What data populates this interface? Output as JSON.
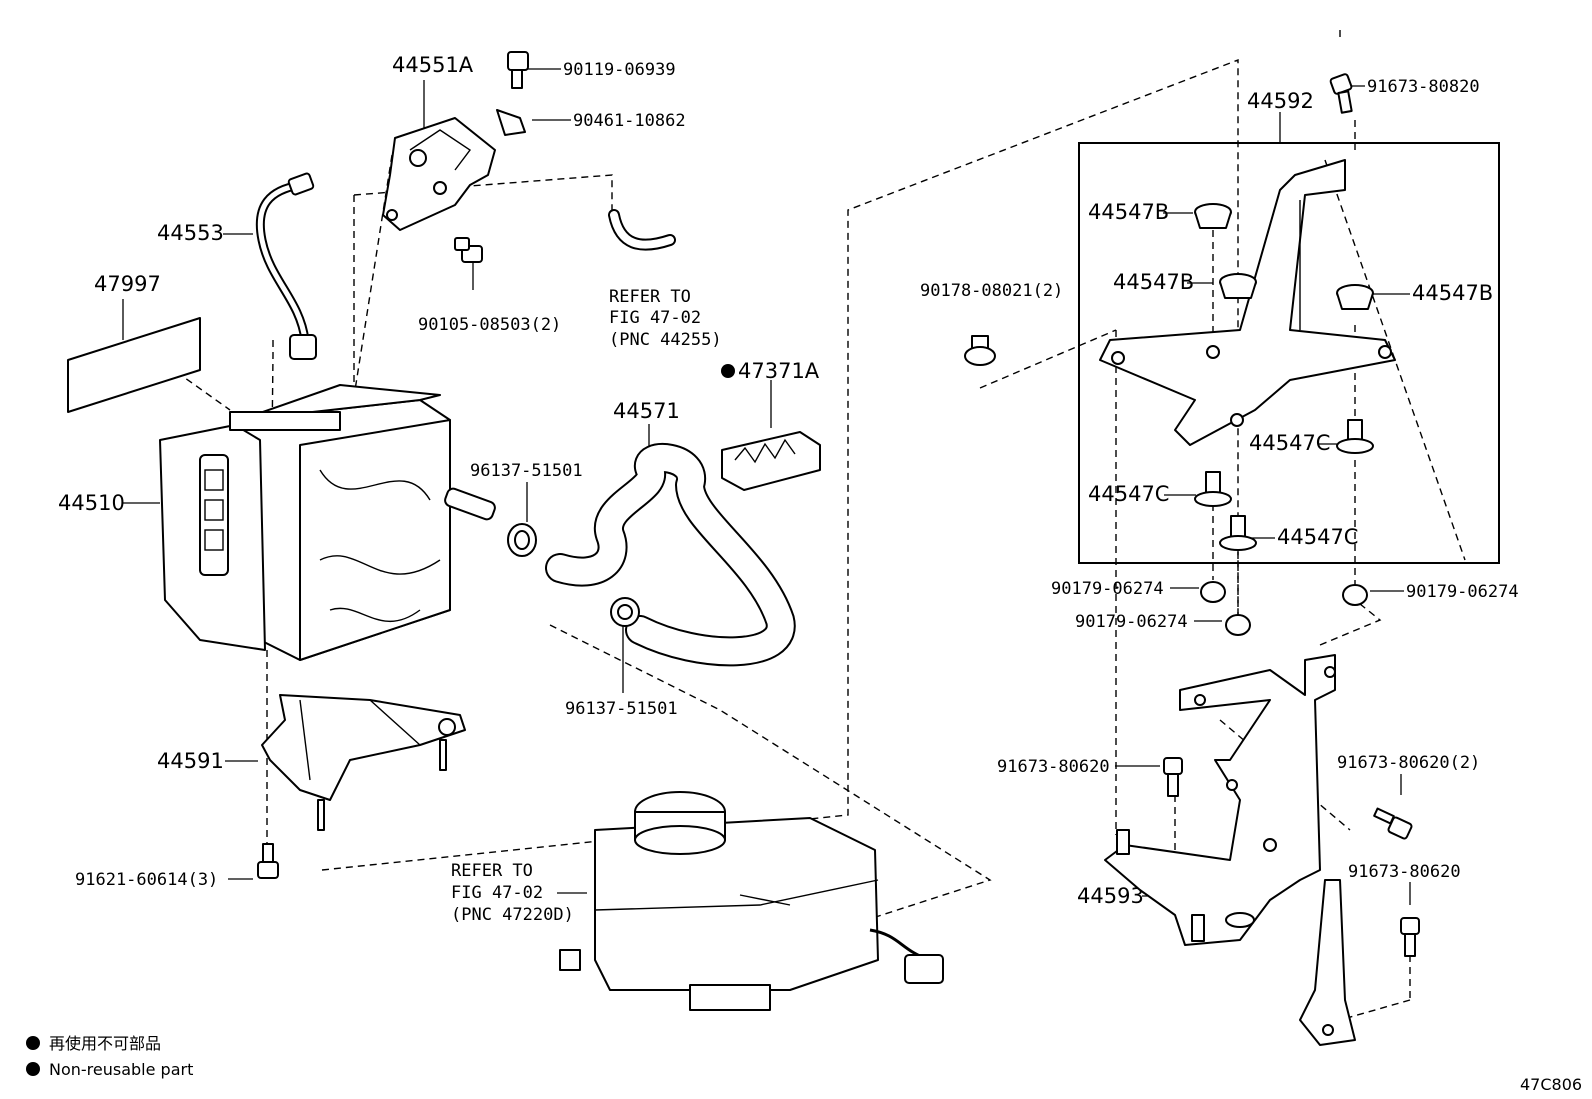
{
  "diagram_code": "47C806",
  "legend": {
    "marker": "●",
    "line_ja": "再使用不可部品",
    "line_en": "Non-reusable part"
  },
  "callouts": {
    "p44551A": "44551A",
    "p90119": "90119-06939",
    "p90461": "90461-10862",
    "p44553": "44553",
    "p90105": "90105-08503(2)",
    "p47997": "47997",
    "p44510": "44510",
    "p96137a": "96137-51501",
    "p44571": "44571",
    "p47371A": "47371A",
    "p96137b": "96137-51501",
    "p44591": "44591",
    "p91621": "91621-60614(3)",
    "p44592": "44592",
    "p91673a": "91673-80820",
    "p44547B1": "44547B",
    "p44547B2": "44547B",
    "p44547B3": "44547B",
    "p90178": "90178-08021(2)",
    "p44547C1": "44547C",
    "p44547C2": "44547C",
    "p44547C3": "44547C",
    "p90179a": "90179-06274",
    "p90179b": "90179-06274",
    "p90179c": "90179-06274",
    "p91673b": "91673-80620",
    "p91673c": "91673-80620(2)",
    "p91673d": "91673-80620",
    "p44593": "44593"
  },
  "refer_1": {
    "line1": "REFER TO",
    "line2": "FIG 47-02",
    "line3": "(PNC 44255)"
  },
  "refer_2": {
    "line1": "REFER TO",
    "line2": "FIG 47-02",
    "line3": "(PNC 47220D)"
  }
}
